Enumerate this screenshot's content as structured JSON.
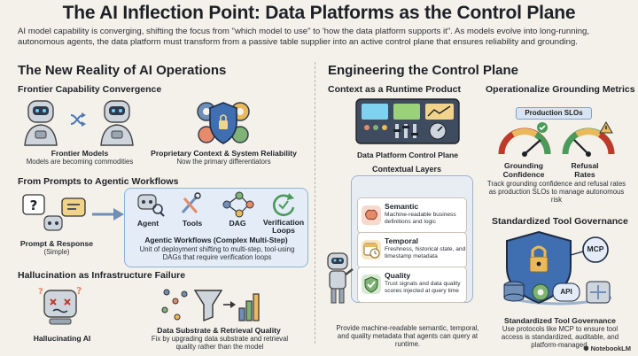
{
  "header": {
    "title": "The AI Inflection Point: Data Platforms as the Control Plane",
    "subtitle": "AI model capability is converging, shifting the focus from \"which model to use\" to 'how the data platform supports it\". As models evolve into long-running, autonomous agents, the data platform must transform from a passive table supplier into an active control plane that ensures reliability and grounding."
  },
  "left": {
    "heading": "The New Reality of AI Operations",
    "convergence": {
      "heading": "Frontier Capability Convergence",
      "models_label": "Frontier Models",
      "models_text": "Models are becoming commodities",
      "proprietary_label": "Proprietary Context & System Reliability",
      "proprietary_text": "Now the primary differentiators"
    },
    "agentic": {
      "heading": "From Prompts to Agentic Workflows",
      "prompt_label": "Prompt & Response",
      "prompt_text": "(Simple)",
      "items": [
        "Agent",
        "Tools",
        "DAG",
        "Verification Loops"
      ],
      "workflow_label": "Agentic Workflows (Complex Multi-Step)",
      "workflow_text": "Unit of deployment shifting to multi-step, tool-using DAGs that require verification loops"
    },
    "hallucination": {
      "heading": "Hallucination as Infrastructure Failure",
      "ai_label": "Hallucinating AI",
      "fix_label": "Data Substrate & Retrieval Quality",
      "fix_text": "Fix by upgrading data substrate and retrieval quality rather than the model"
    }
  },
  "right": {
    "heading": "Engineering the Control Plane",
    "runtime": {
      "heading": "Context as a Runtime Product",
      "panel_label": "Data Platform Control Plane",
      "layers_heading": "Contextual Layers",
      "layers": [
        {
          "title": "Semantic",
          "desc": "Machine-readable business definitions and logic",
          "color": "#e58a6a"
        },
        {
          "title": "Temporal",
          "desc": "Freshness, historical state, and timestamp metadata",
          "color": "#e9b95c"
        },
        {
          "title": "Quality",
          "desc": "Trust signals and data quality scores injected at query time",
          "color": "#7fb277"
        }
      ],
      "footer": "Provide machine-readable semantic, temporal, and quality metadata that agents can query at runtime."
    },
    "grounding": {
      "heading": "Operationalize Grounding Metrics",
      "badge": "Production SLOs",
      "gauge1_label": "Grounding Confidence",
      "gauge2_label": "Refusal Rates",
      "text": "Track grounding confidence and refusal rates as production SLOs to manage autonomous risk"
    },
    "tools": {
      "heading": "Standardized Tool Governance",
      "mcp": "MCP",
      "api": "API",
      "label": "Standardized Tool Governance",
      "text": "Use protocols like MCP to ensure tool access is standardized, auditable, and platform-managed."
    }
  },
  "brand": "NotebookLM"
}
